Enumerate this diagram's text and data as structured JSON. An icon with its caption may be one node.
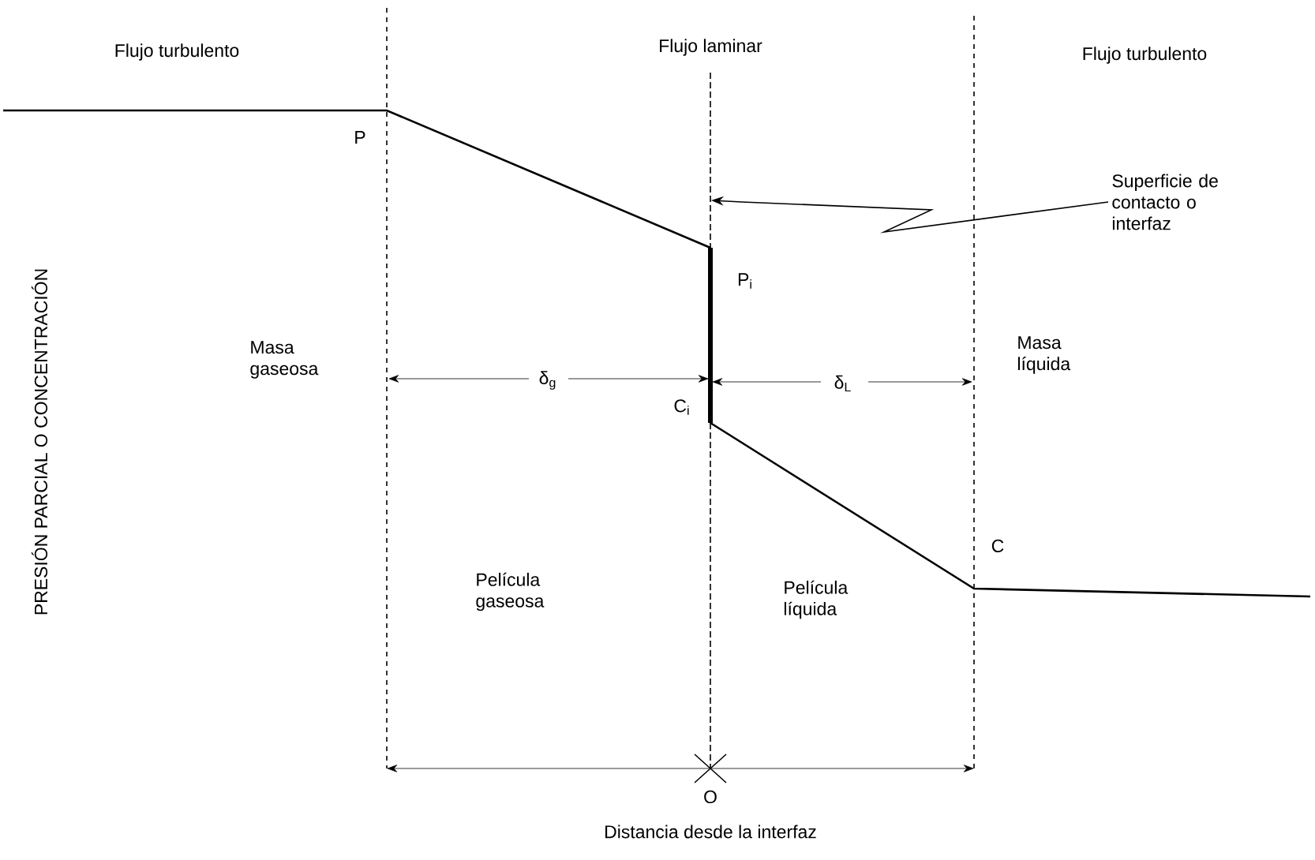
{
  "diagram": {
    "nodes": [
      {
        "text": [
          "Superficie de contacto o interfaz"
        ]
      },
      {
        "text": [],
        "shape": "bar"
      }
    ],
    "edges": [
      {
        "from": 0,
        "to": 1,
        "arrow": "to"
      }
    ],
    "labels": [
      "Flujo turbulento",
      "Flujo laminar",
      "Flujo turbulento",
      "P",
      "P$_{i}$",
      "Masa gaseosa",
      "δ$_{g}$",
      "C$_{i}$",
      "δ$_{L}$",
      "Masa líquida",
      "C",
      "Película gaseosa",
      "Película líquida",
      "O",
      "Distancia desde la interfaz",
      "PRESIÓN PARCIAL O CONCENTRACIÓN"
    ]
  }
}
